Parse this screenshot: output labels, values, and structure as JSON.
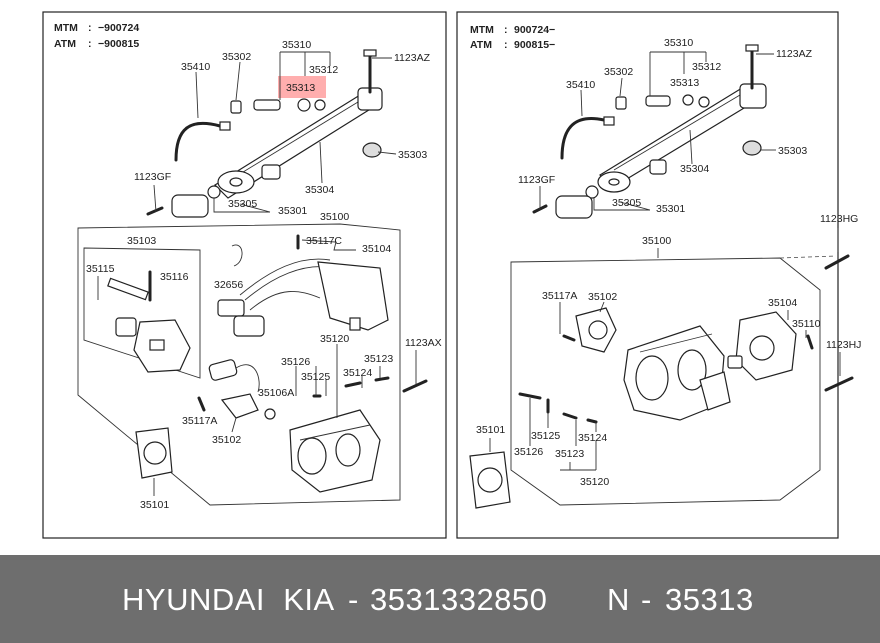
{
  "left_panel": {
    "header": {
      "mtm_label": "MTM",
      "mtm_value": "−900724",
      "atm_label": "ATM",
      "atm_value": "−900815"
    },
    "labels": {
      "p35310": "35310",
      "p35302": "35302",
      "p35410": "35410",
      "p35312": "35312",
      "p35313": "35313",
      "p1123az": "1123AZ",
      "p35303": "35303",
      "p35304": "35304",
      "p1123gf": "1123GF",
      "p35305": "35305",
      "p35301": "35301",
      "p35100": "35100",
      "p35103": "35103",
      "p35117c": "35117C",
      "p35104": "35104",
      "p35115": "35115",
      "p35116": "35116",
      "p32656": "32656",
      "p35120": "35120",
      "p1123ax": "1123AX",
      "p35126": "35126",
      "p35123": "35123",
      "p35125": "35125",
      "p35124": "35124",
      "p35106a": "35106A",
      "p35117a": "35117A",
      "p35102": "35102",
      "p35101": "35101"
    }
  },
  "right_panel": {
    "header": {
      "mtm_label": "MTM",
      "mtm_value": "900724−",
      "atm_label": "ATM",
      "atm_value": "900815−"
    },
    "labels": {
      "p35310": "35310",
      "p35302": "35302",
      "p35312": "35312",
      "p35410": "35410",
      "p35313": "35313",
      "p1123az": "1123AZ",
      "p35304": "35304",
      "p35303": "35303",
      "p1123gf": "1123GF",
      "p35305": "35305",
      "p35301": "35301",
      "p1123hg": "1123HG",
      "p35100": "35100",
      "p35117a": "35117A",
      "p35102": "35102",
      "p35104": "35104",
      "p35110": "35110",
      "p1123hj": "1123HJ",
      "p35101": "35101",
      "p35125": "35125",
      "p35124": "35124",
      "p35126": "35126",
      "p35123": "35123",
      "p35120": "35120"
    }
  },
  "highlight": {
    "part": "35313",
    "color": "#ff6b6b"
  },
  "footer": {
    "brand": "HYUNDAI  KIA",
    "sep1": "-",
    "oem_number": "3531332850",
    "prefix": "N",
    "sep2": "-",
    "part_number": "35313"
  }
}
